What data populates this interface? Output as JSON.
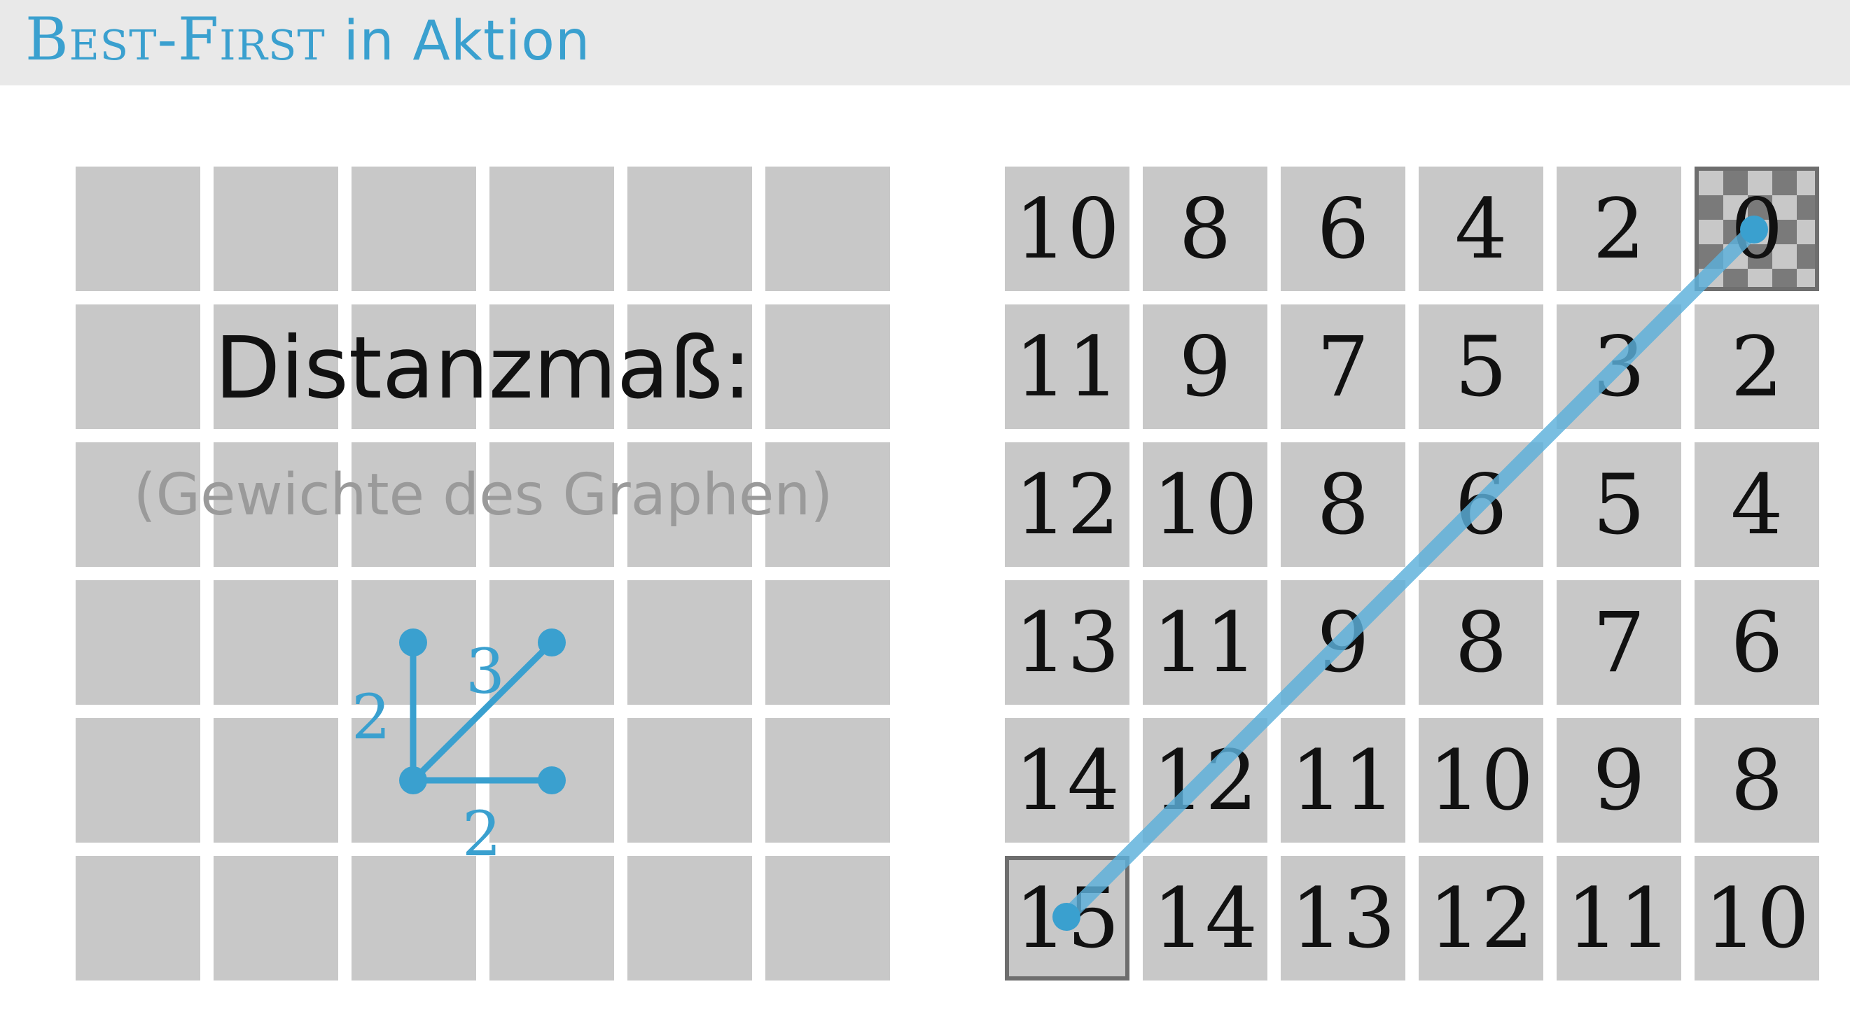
{
  "slide": {
    "title_smallcaps": "Best-First",
    "title_rest": " in Aktion"
  },
  "left_panel": {
    "heading": "Distanzmaß:",
    "subheading": "(Gewichte des Graphen)",
    "weights": {
      "vertical": "2",
      "diagonal": "3",
      "horizontal": "2"
    }
  },
  "right_grid": {
    "rows": [
      [
        "10",
        "8",
        "6",
        "4",
        "2",
        "0"
      ],
      [
        "11",
        "9",
        "7",
        "5",
        "3",
        "2"
      ],
      [
        "12",
        "10",
        "8",
        "6",
        "5",
        "4"
      ],
      [
        "13",
        "11",
        "9",
        "8",
        "7",
        "6"
      ],
      [
        "14",
        "12",
        "11",
        "10",
        "9",
        "8"
      ],
      [
        "15",
        "14",
        "13",
        "12",
        "11",
        "10"
      ]
    ],
    "start": {
      "row": 5,
      "col": 0
    },
    "goal": {
      "row": 0,
      "col": 5
    }
  },
  "colors": {
    "accent": "#3aa0cf",
    "cell": "#c8c8c8",
    "path": "#5bb0da"
  }
}
